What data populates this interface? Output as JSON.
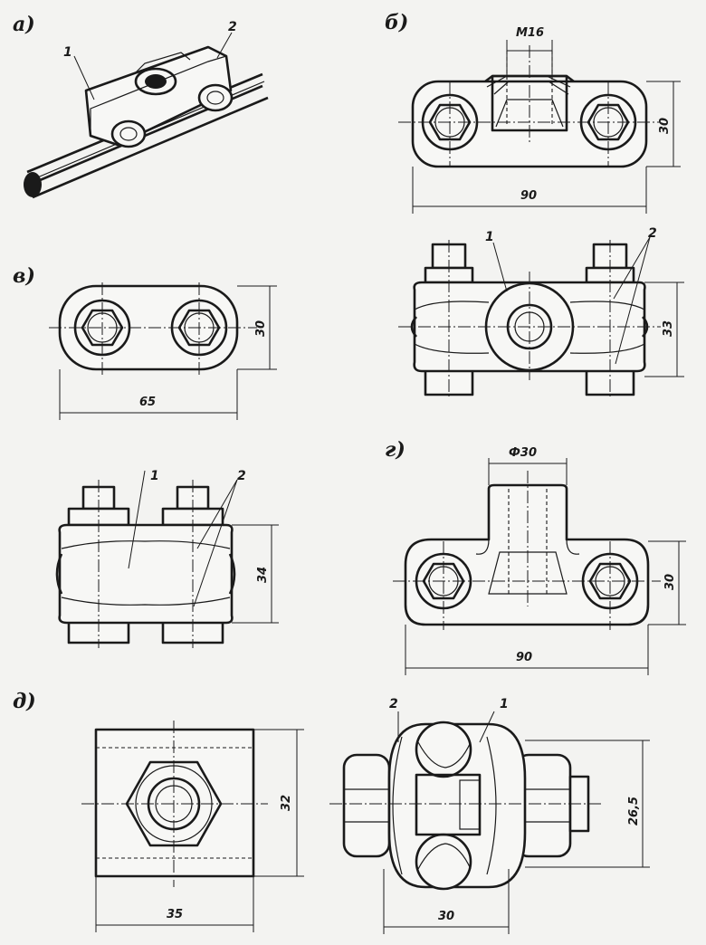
{
  "labels": {
    "a": "а)",
    "b": "б)",
    "v": "в)",
    "g": "г)",
    "d": "д)"
  },
  "callouts": {
    "one": "1",
    "two": "2"
  },
  "dimensions": {
    "b_thread": "М16",
    "b_height": "30",
    "b_width": "90",
    "b_side_height": "33",
    "v_height": "30",
    "v_width": "65",
    "v_side_height": "34",
    "g_diameter": "Ф30",
    "g_height": "30",
    "g_width": "90",
    "d_height": "32",
    "d_width": "35",
    "d_side_width": "30",
    "d_side_height": "26,5"
  }
}
